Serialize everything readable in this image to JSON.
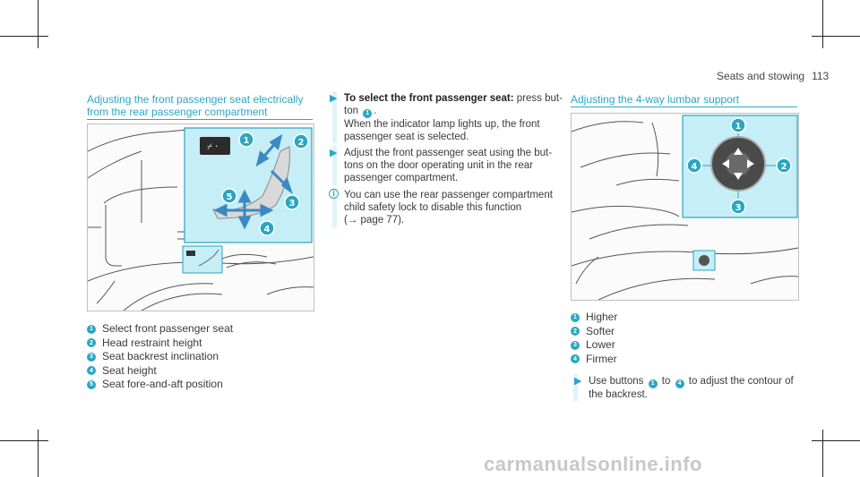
{
  "header": {
    "section": "Seats and stowing",
    "page_number": "113"
  },
  "left": {
    "title_line1": "Adjusting the front passenger seat electrically",
    "title_line2": "from the rear passenger compartment",
    "legend": [
      {
        "num": "1",
        "text": "Select front passenger seat"
      },
      {
        "num": "2",
        "text": "Head restraint height"
      },
      {
        "num": "3",
        "text": "Seat backrest inclination"
      },
      {
        "num": "4",
        "text": "Seat height"
      },
      {
        "num": "5",
        "text": "Seat fore-and-aft position"
      }
    ]
  },
  "middle": {
    "step1_bold": "To select the front passenger seat:",
    "step1_rest": " press but-",
    "step1_line2a": "ton ",
    "step1_line2_num": "1",
    "step1_line2b": ".",
    "step1_line3": "When the indicator lamp lights up, the front",
    "step1_line4": "passenger seat is selected.",
    "step2_line1": "Adjust the front passenger seat using the but-",
    "step2_line2": "tons on the door operating unit in the rear",
    "step2_line3": "passenger compartment.",
    "info_line1": "You can use the rear passenger compartment",
    "info_line2": "child safety lock to disable this function",
    "info_line3": "(→ page 77)."
  },
  "right": {
    "title": "Adjusting the 4-way lumbar support",
    "legend": [
      {
        "num": "1",
        "text": "Higher"
      },
      {
        "num": "2",
        "text": "Softer"
      },
      {
        "num": "3",
        "text": "Lower"
      },
      {
        "num": "4",
        "text": "Firmer"
      }
    ],
    "step_a": "Use buttons ",
    "step_num1": "1",
    "step_b": " to ",
    "step_num2": "4",
    "step_c": " to adjust the contour of",
    "step_line2": "the backrest."
  },
  "icons": {
    "step_marker": "play-triangle-icon",
    "info": "info-icon"
  },
  "colors": {
    "accent": "#2aa6c2",
    "highlight_fill": "#c6eef6"
  },
  "watermark": "carmanualsonline.info"
}
